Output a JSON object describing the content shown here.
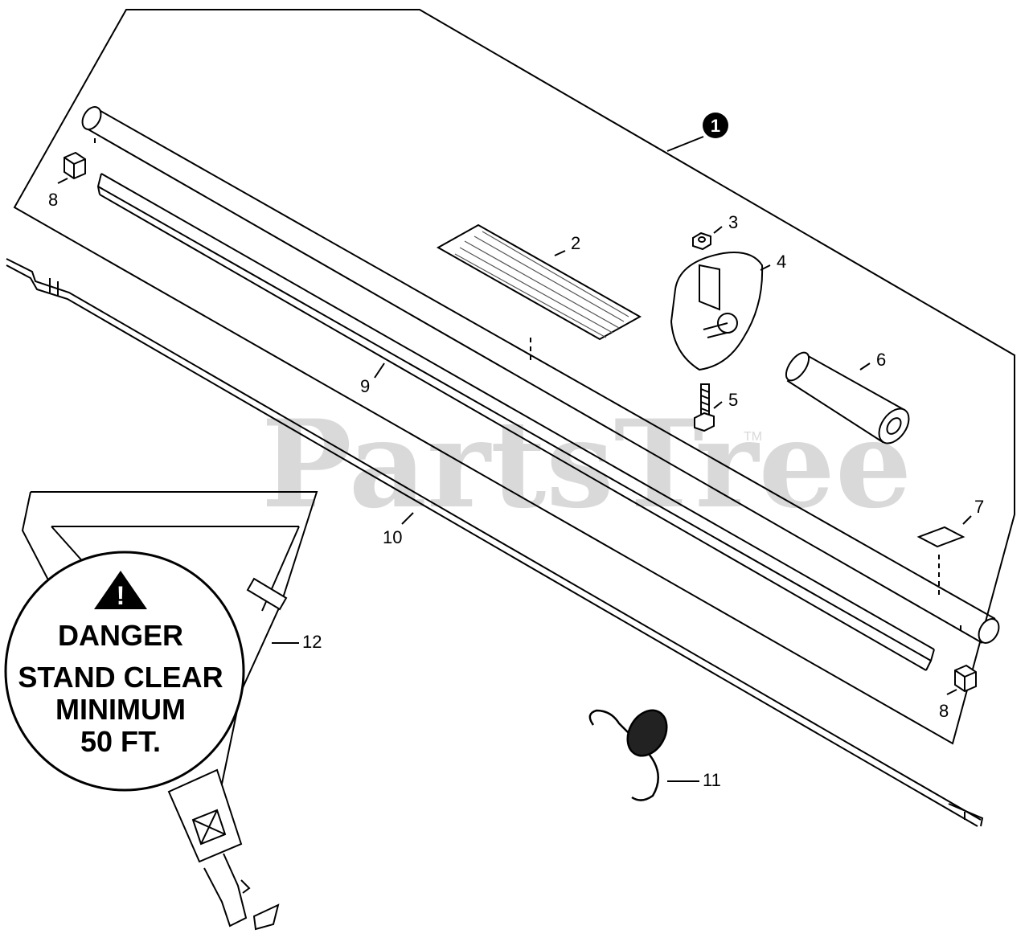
{
  "watermark": {
    "text": "PartsTree",
    "trademark": "TM"
  },
  "callouts": {
    "c1": "1",
    "c2": "2",
    "c3": "3",
    "c4": "4",
    "c5": "5",
    "c6": "6",
    "c7": "7",
    "c8a": "8",
    "c8b": "8",
    "c9": "9",
    "c10": "10",
    "c11": "11",
    "c12": "12"
  },
  "danger_decal": {
    "line1": "DANGER",
    "line2": "STAND CLEAR",
    "line3": "MINIMUM",
    "line4": "50 FT."
  }
}
